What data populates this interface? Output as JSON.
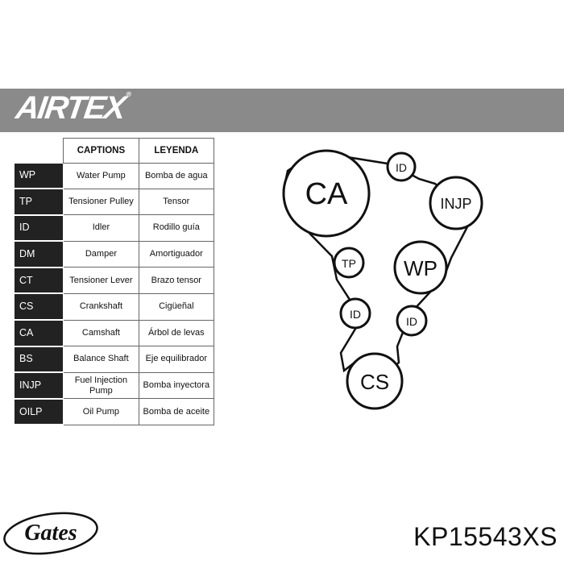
{
  "brand": {
    "name": "AIRTEX",
    "reg": "®"
  },
  "table": {
    "headers": {
      "captions": "CAPTIONS",
      "leyenda": "LEYENDA"
    },
    "rows": [
      {
        "code": "WP",
        "caption": "Water Pump",
        "leyenda": "Bomba de agua"
      },
      {
        "code": "TP",
        "caption": "Tensioner Pulley",
        "leyenda": "Tensor"
      },
      {
        "code": "ID",
        "caption": "Idler",
        "leyenda": "Rodillo guía"
      },
      {
        "code": "DM",
        "caption": "Damper",
        "leyenda": "Amortiguador"
      },
      {
        "code": "CT",
        "caption": "Tensioner Lever",
        "leyenda": "Brazo tensor"
      },
      {
        "code": "CS",
        "caption": "Crankshaft",
        "leyenda": "Cigüeñal"
      },
      {
        "code": "CA",
        "caption": "Camshaft",
        "leyenda": "Árbol de levas"
      },
      {
        "code": "BS",
        "caption": "Balance Shaft",
        "leyenda": "Eje equilibrador"
      },
      {
        "code": "INJP",
        "caption": "Fuel Injection Pump",
        "leyenda": "Bomba inyectora"
      },
      {
        "code": "OILP",
        "caption": "Oil Pump",
        "leyenda": "Bomba de aceite"
      }
    ]
  },
  "diagram": {
    "pulleys": {
      "ca": "CA",
      "id_top": "ID",
      "injp": "INJP",
      "tp": "TP",
      "wp": "WP",
      "id_left": "ID",
      "id_right": "ID",
      "cs": "CS"
    }
  },
  "footer": {
    "logo": "Gates",
    "part_number": "KP15543XS"
  }
}
